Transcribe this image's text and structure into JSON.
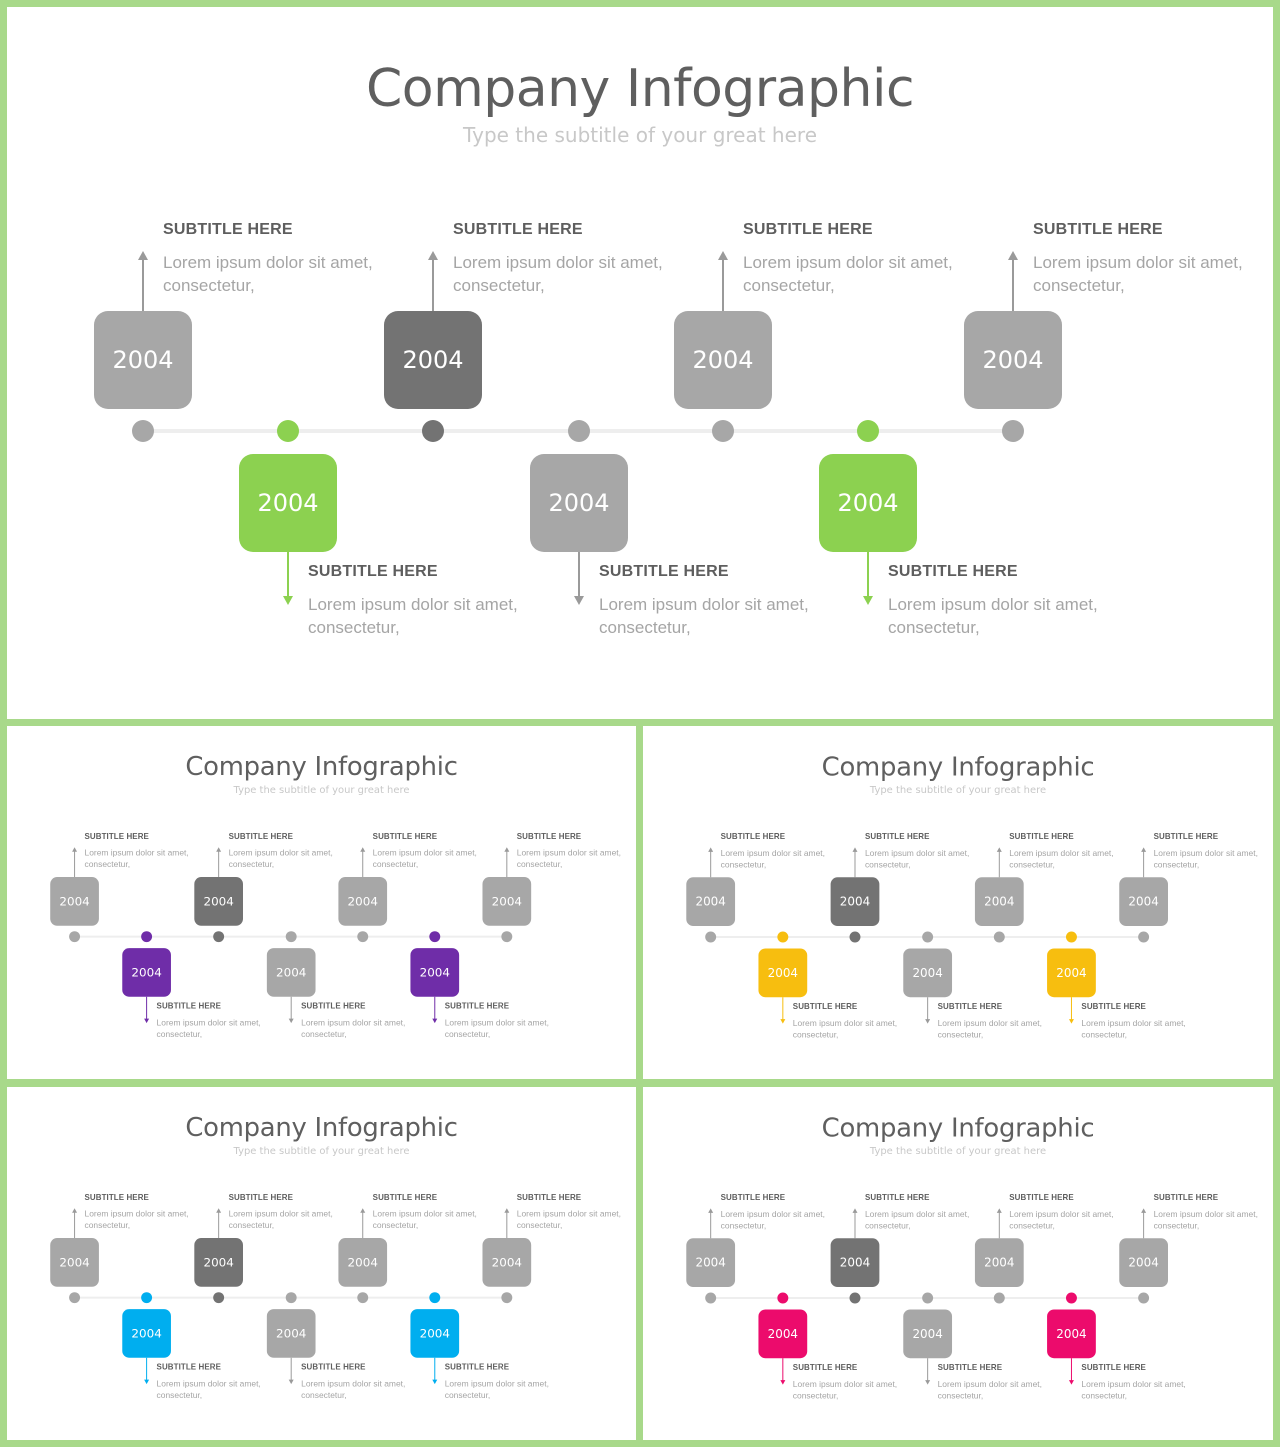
{
  "title": "Company Infographic",
  "subtitle": "Type the subtitle of your great here",
  "colors": {
    "background": "#a8d98a",
    "gray": "#a7a7a7",
    "dark_gray": "#737373",
    "variant_accents": [
      "#8cd150",
      "#6f2da8",
      "#f7be0f",
      "#00aeef",
      "#ec0b6c"
    ]
  },
  "milestones": [
    {
      "year": "2004",
      "side": "up",
      "subtitle": "SUBTITLE HERE",
      "text": "Lorem ipsum dolor sit amet, consectetur,",
      "tone": "gray"
    },
    {
      "year": "2004",
      "side": "down",
      "subtitle": "SUBTITLE HERE",
      "text": "Lorem ipsum dolor sit amet, consectetur,",
      "tone": "accent"
    },
    {
      "year": "2004",
      "side": "up",
      "subtitle": "SUBTITLE HERE",
      "text": "Lorem ipsum dolor sit amet, consectetur,",
      "tone": "dark"
    },
    {
      "year": "2004",
      "side": "down",
      "subtitle": "SUBTITLE HERE",
      "text": "Lorem ipsum dolor sit amet, consectetur,",
      "tone": "gray"
    },
    {
      "year": "2004",
      "side": "up",
      "subtitle": "SUBTITLE HERE",
      "text": "Lorem ipsum dolor sit amet, consectetur,",
      "tone": "gray"
    },
    {
      "year": "2004",
      "side": "down",
      "subtitle": "SUBTITLE HERE",
      "text": "Lorem ipsum dolor sit amet, consectetur,",
      "tone": "accent"
    },
    {
      "year": "2004",
      "side": "up",
      "subtitle": "SUBTITLE HERE",
      "text": "Lorem ipsum dolor sit amet, consectetur,",
      "tone": "gray"
    }
  ],
  "slides": [
    {
      "name": "slide-green-large",
      "accent": "#8cd150"
    },
    {
      "name": "slide-purple",
      "accent": "#6f2da8"
    },
    {
      "name": "slide-yellow",
      "accent": "#f7be0f"
    },
    {
      "name": "slide-blue",
      "accent": "#00aeef"
    },
    {
      "name": "slide-pink",
      "accent": "#ec0b6c"
    }
  ]
}
